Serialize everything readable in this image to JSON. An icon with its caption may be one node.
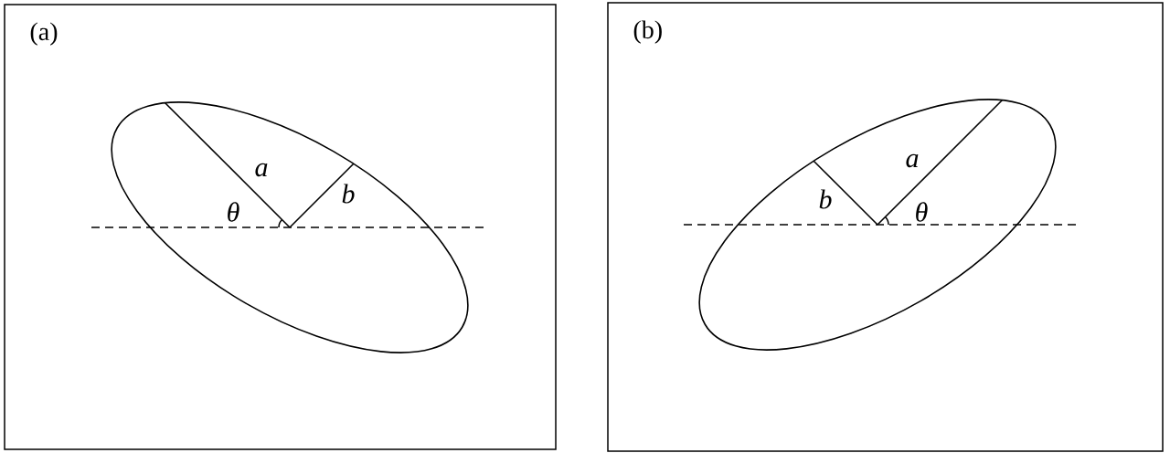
{
  "diagram": {
    "nodes": [
      {
        "text": [
          "(a)"
        ]
      },
      {
        "text": [
          "(b)"
        ]
      }
    ],
    "labels": [
      "a",
      "b",
      "θ",
      "a",
      "b",
      "θ"
    ]
  }
}
